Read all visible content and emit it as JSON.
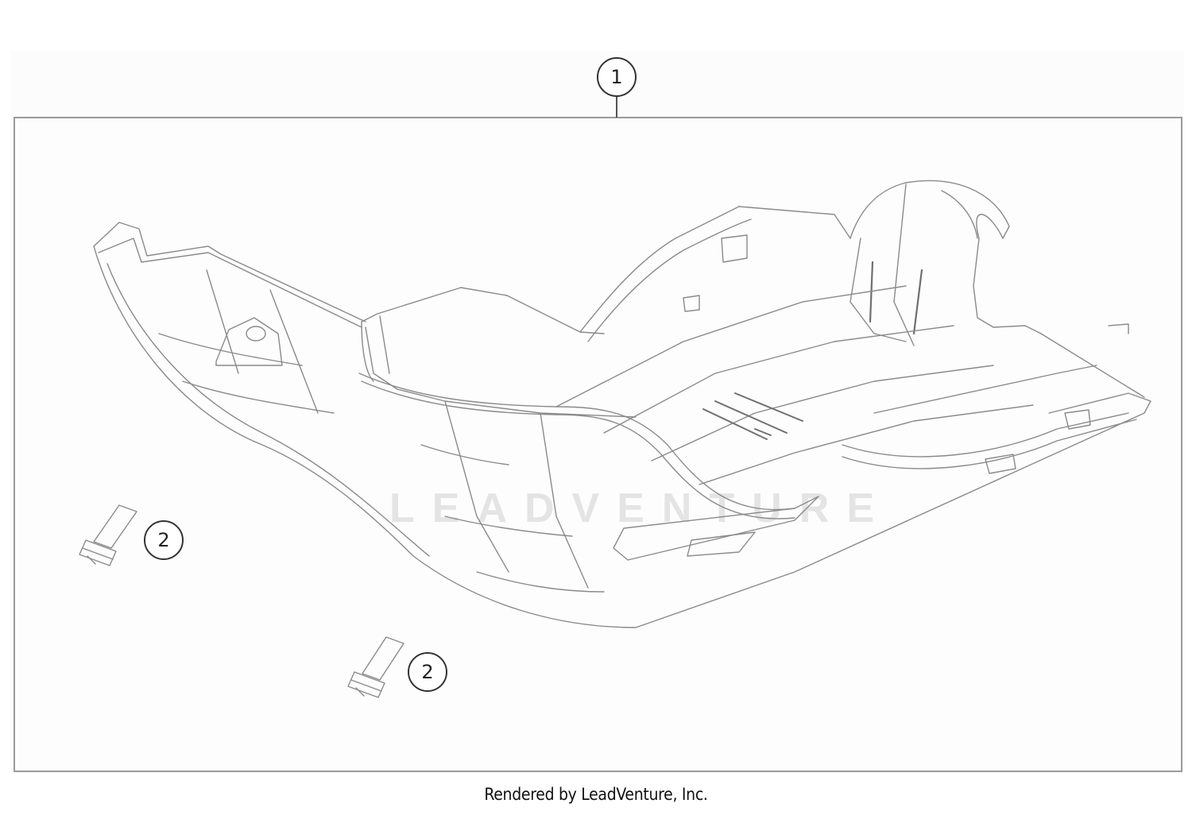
{
  "diagram": {
    "type": "parts-exploded-view",
    "subject": "skid plate assembly",
    "callouts": [
      {
        "id": "callout-1",
        "label": "1",
        "part": "skid plate"
      },
      {
        "id": "callout-2a",
        "label": "2",
        "part": "flange bolt"
      },
      {
        "id": "callout-2b",
        "label": "2",
        "part": "flange bolt"
      }
    ],
    "watermark": "LEADVENTURE"
  },
  "footer": {
    "credit": "Rendered by LeadVenture, Inc."
  },
  "colors": {
    "line": "#8a8a8a",
    "frame": "#9a9a9a",
    "callout_stroke": "#333333",
    "watermark": "#e4e4e4"
  }
}
